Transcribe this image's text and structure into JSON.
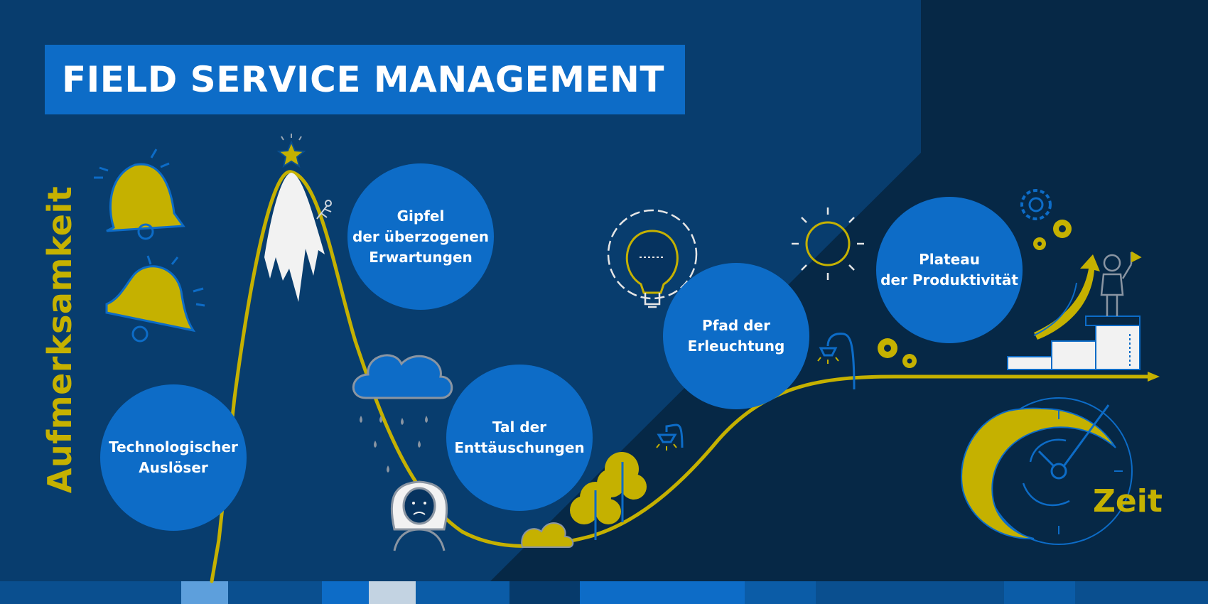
{
  "title": "FIELD SERVICE MANAGEMENT",
  "y_axis_label": "Aufmerksamkeit",
  "x_axis_label": "Zeit",
  "phases": [
    {
      "label": "Technologischer\nAuslöser"
    },
    {
      "label": "Gipfel\nder überzogenen\nErwartungen"
    },
    {
      "label": "Tal der\nEnttäuschungen"
    },
    {
      "label": "Pfad der\nErleuchtung"
    },
    {
      "label": "Plateau\nder Produktivität"
    }
  ],
  "colors": {
    "background": "#06335f",
    "background_top": "#083d6e",
    "background_right": "#062846",
    "accent_blue": "#0d6cc7",
    "curve_yellow": "#c5b100",
    "white": "#ffffff"
  },
  "icons": [
    "bell-icon",
    "mountain-icon",
    "star-icon",
    "climber-icon",
    "rain-cloud-icon",
    "sad-person-icon",
    "bush-icon",
    "tree-icon",
    "lamp-icon",
    "lightbulb-gear-icon",
    "sun-icon",
    "gear-icon",
    "stairs-icon",
    "person-flag-icon",
    "arrow-up-icon",
    "clock-icon"
  ]
}
